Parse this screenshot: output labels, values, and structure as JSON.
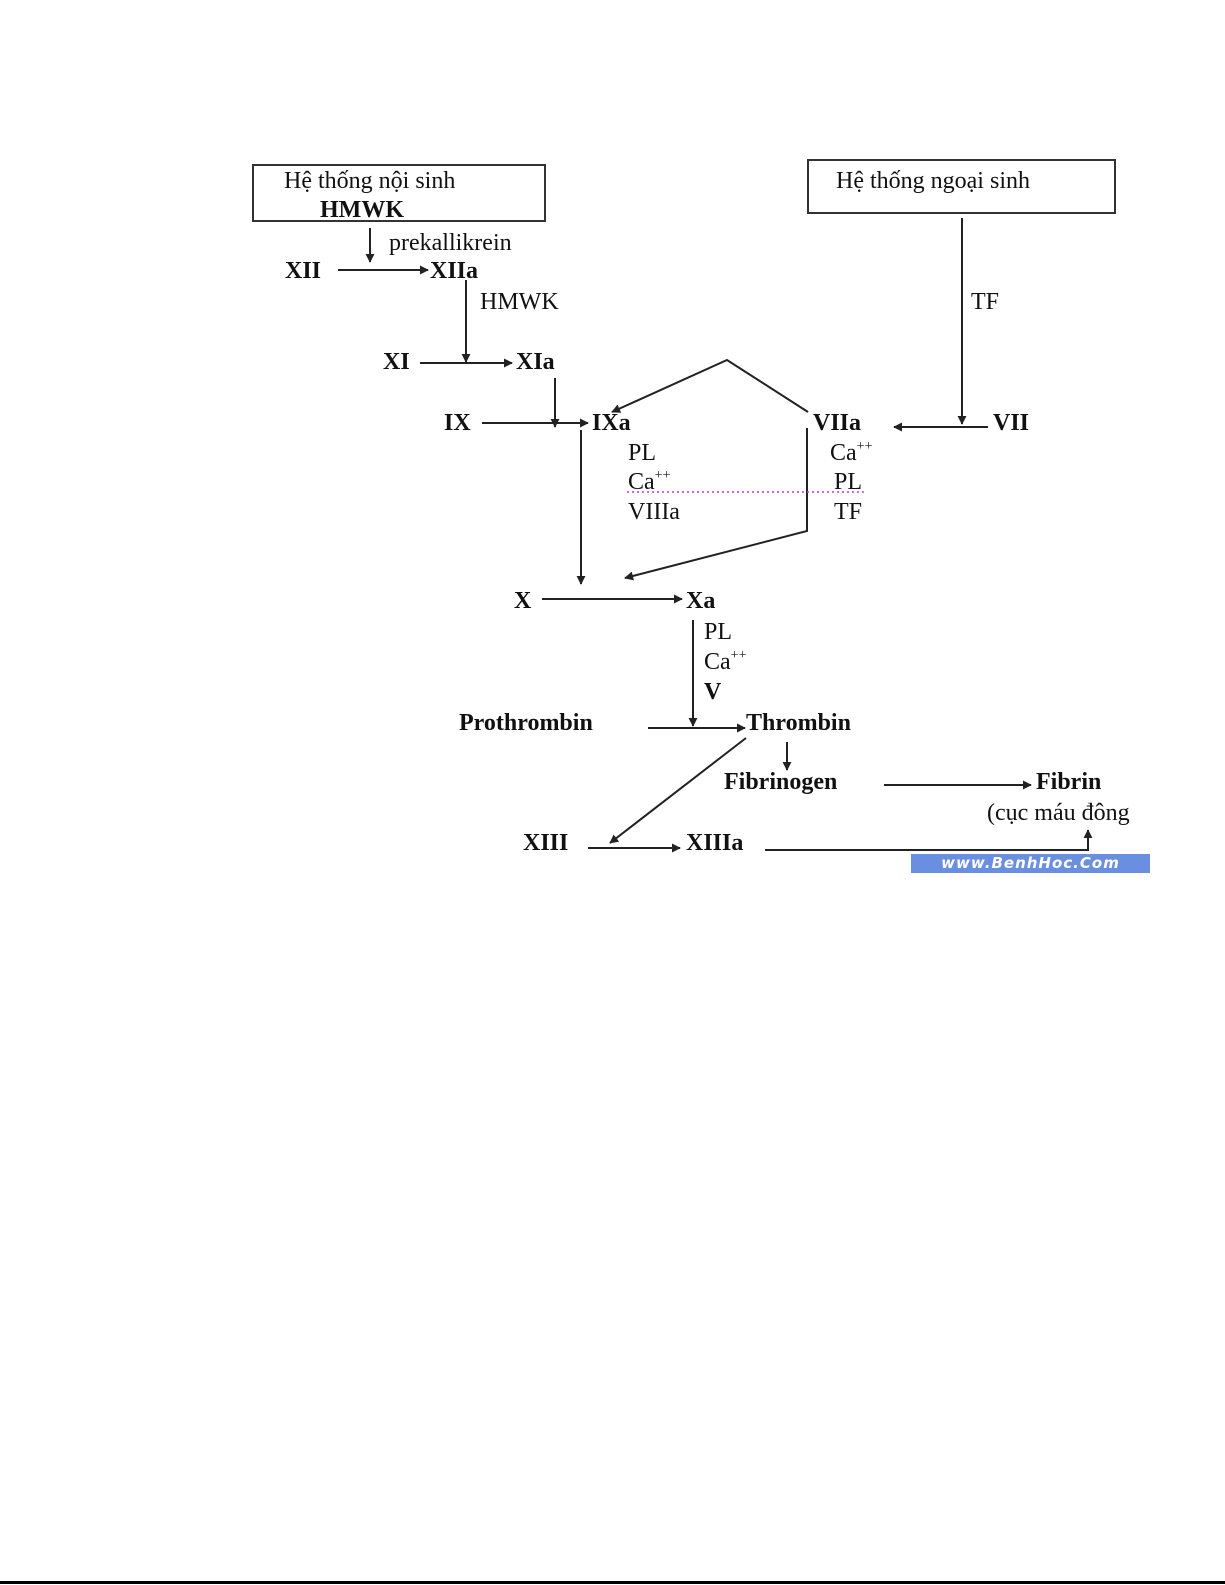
{
  "diagram": {
    "title": "Coagulation cascade",
    "intrinsic_box": {
      "title": "Hệ thống nội sinh",
      "subtitle": "HMWK"
    },
    "extrinsic_box": {
      "title": "Hệ thống ngoại sinh"
    },
    "nodes": {
      "prekallikrein": "prekallikrein",
      "xii": "XII",
      "xiia": "XIIa",
      "hmwk": "HMWK",
      "xi": "XI",
      "xia": "XIa",
      "ix": "IX",
      "ixa": "IXa",
      "ixa_cofactors": [
        "PL",
        "Ca",
        "VIIIa"
      ],
      "tf": "TF",
      "vii": "VII",
      "viia": "VIIa",
      "viia_cofactors": [
        "Ca",
        "PL",
        "TF"
      ],
      "x": "X",
      "xa": "Xa",
      "xa_cofactors": [
        "PL",
        "Ca",
        "V"
      ],
      "prothrombin": "Prothrombin",
      "thrombin": "Thrombin",
      "fibrinogen": "Fibrinogen",
      "fibrin": "Fibrin",
      "fibrin_note": "(cục máu đông",
      "xiii": "XIII",
      "xiiia": "XIIIa"
    },
    "ion_superscript": "++",
    "edges": [
      {
        "from": "HMWK",
        "to": "XII→XIIa",
        "label": "prekallikrein"
      },
      {
        "from": "XII",
        "to": "XIIa"
      },
      {
        "from": "XIIa",
        "to": "XI→XIa",
        "label": "HMWK"
      },
      {
        "from": "XI",
        "to": "XIa"
      },
      {
        "from": "XIa",
        "to": "IX→IXa"
      },
      {
        "from": "IX",
        "to": "IXa"
      },
      {
        "from": "VIIa",
        "to": "IXa"
      },
      {
        "from": "Hệ thống ngoại sinh",
        "to": "VII→VIIa",
        "label": "TF"
      },
      {
        "from": "VII",
        "to": "VIIa"
      },
      {
        "from": "IXa",
        "to": "X→Xa"
      },
      {
        "from": "VIIa",
        "to": "X→Xa"
      },
      {
        "from": "X",
        "to": "Xa"
      },
      {
        "from": "Xa",
        "to": "Prothrombin→Thrombin"
      },
      {
        "from": "Prothrombin",
        "to": "Thrombin"
      },
      {
        "from": "Thrombin",
        "to": "Fibrinogen"
      },
      {
        "from": "Fibrinogen",
        "to": "Fibrin"
      },
      {
        "from": "Thrombin",
        "to": "XIII"
      },
      {
        "from": "XIII",
        "to": "XIIIa"
      },
      {
        "from": "XIIIa",
        "to": "Fibrin"
      }
    ],
    "colors": {
      "line": "#222222",
      "divider": "#cc33cc",
      "watermark_bg": "#6a8fe0",
      "watermark_fg": "#ffffff"
    }
  },
  "watermark": {
    "text": "www.BenhHoc.Com"
  }
}
